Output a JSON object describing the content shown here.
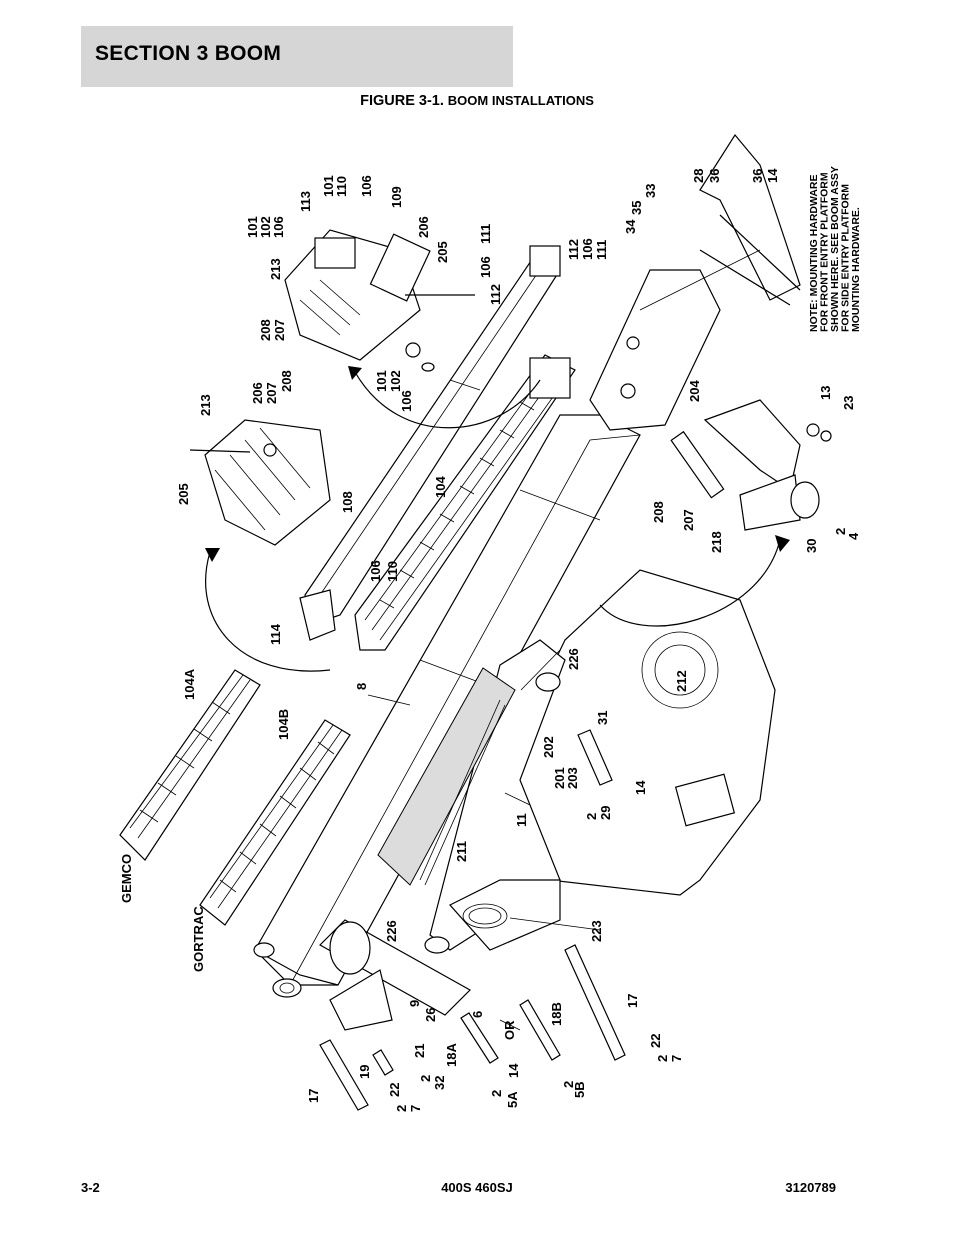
{
  "header": {
    "section_title": "SECTION 3   BOOM"
  },
  "figure": {
    "caption_lead": "FIGURE 3-1.",
    "caption_rest": "BOOM INSTALLATIONS"
  },
  "note": {
    "lines": [
      "NOTE: MOUNTING HARDWARE",
      "FOR FRONT ENTRY PLATFORM",
      "SHOWN HERE.  SEE BOOM ASSY",
      "FOR SIDE ENTRY PLATFORM",
      "MOUNTING HARDWARE."
    ]
  },
  "callouts": {
    "c101a": "101",
    "c102a": "102",
    "c106a": "106",
    "c113": "113",
    "c101b": "101",
    "c110a": "110",
    "c106b": "106",
    "c109": "109",
    "c206a": "206",
    "c205a": "205",
    "c111a": "111",
    "c106c": "106",
    "c112a": "112",
    "c112b": "112",
    "c106d": "106",
    "c111b": "111",
    "c213a": "213",
    "c208a": "208",
    "c207a": "207",
    "c101c": "101",
    "c102b": "102",
    "c106e": "106",
    "c213b": "213",
    "c206b": "206",
    "c207b": "207",
    "c208b": "208",
    "c205b": "205",
    "c108": "108",
    "c104": "104",
    "c106f": "106",
    "c110b": "110",
    "c114": "114",
    "c28": "28",
    "c36a": "36",
    "c36b": "36",
    "c14a": "14",
    "c35": "35",
    "c33": "33",
    "c34": "34",
    "c204": "204",
    "c13": "13",
    "c23": "23",
    "c208c": "208",
    "c207c": "207",
    "c218": "218",
    "c30": "30",
    "c2a": "2",
    "c4": "4",
    "c104a": "104A",
    "c104b": "104B",
    "c8": "8",
    "c226a": "226",
    "c212": "212",
    "c31": "31",
    "c202": "202",
    "c201": "201",
    "c203": "203",
    "c2b": "2",
    "c29": "29",
    "c14b": "14",
    "c11": "11",
    "c211": "211",
    "c223": "223",
    "c226b": "226",
    "c9": "9",
    "c26": "26",
    "c6": "6",
    "c17a": "17",
    "c22a": "22",
    "c2c": "2",
    "c7a": "7",
    "c18b": "18B",
    "cor": "OR",
    "c18a": "18A",
    "c14c": "14",
    "c2d": "2",
    "c5a": "5A",
    "c2e": "2",
    "c5b": "5B",
    "c21": "21",
    "c2f": "2",
    "c32": "32",
    "c19": "19",
    "c22b": "22",
    "c2g": "2",
    "c7b": "7",
    "c17b": "17",
    "gemco": "GEMCO",
    "gortrac": "GORTRAC"
  },
  "footer": {
    "page_number": "3-2",
    "model": "400S 460SJ",
    "doc_number": "3120789"
  }
}
